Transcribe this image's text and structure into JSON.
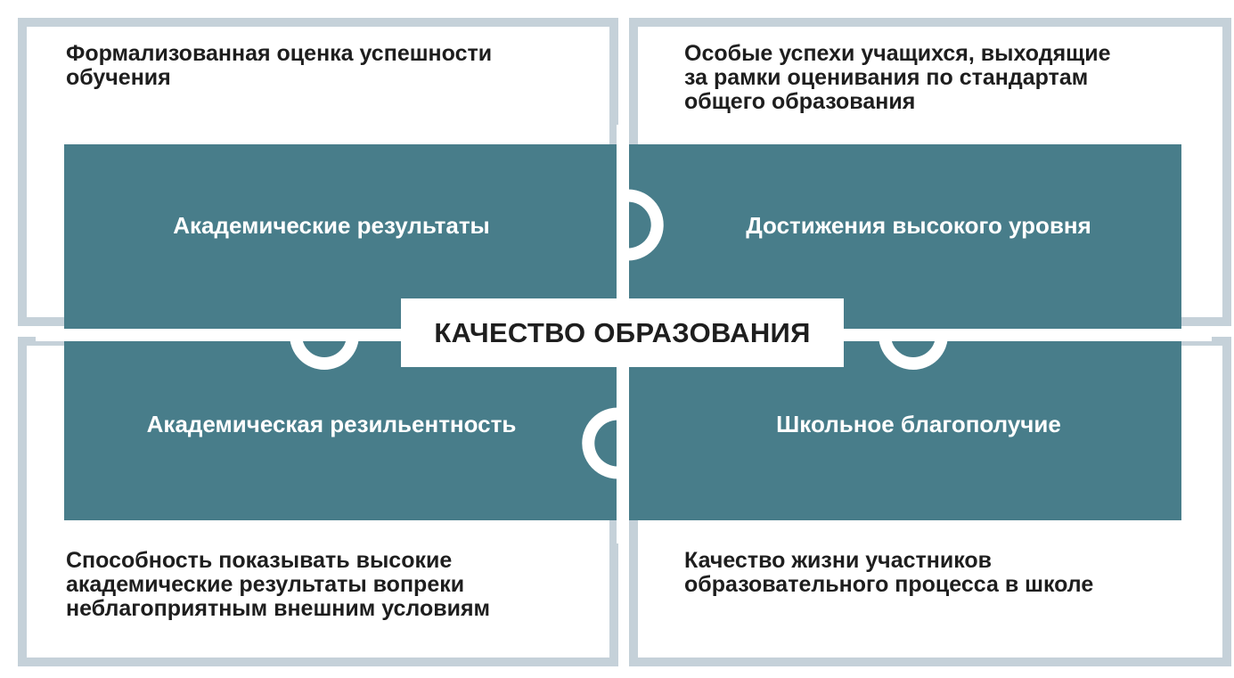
{
  "center": {
    "title": "КАЧЕСТВО ОБРАЗОВАНИЯ"
  },
  "quadrants": {
    "top_left": {
      "label": "Академические результаты",
      "description": "Формализованная оценка успешности\nобучения"
    },
    "top_right": {
      "label": "Достижения высокого уровня",
      "description": "Особые успехи учащихся, выходящие\nза рамки оценивания по стандартам\nобщего образования"
    },
    "bottom_left": {
      "label": "Академическая резильентность",
      "description": "Способность показывать высокие\nакадемические результаты вопреки\nнеблагоприятным внешним условиям"
    },
    "bottom_right": {
      "label": "Школьное благополучие",
      "description": "Качество жизни участников\nобразовательного процесса в школе"
    }
  },
  "colors": {
    "piece": "#487d8a",
    "frame": "#c5d1d9",
    "background": "#ffffff",
    "text_dark": "#1e1e1e",
    "text_light": "#ffffff"
  }
}
